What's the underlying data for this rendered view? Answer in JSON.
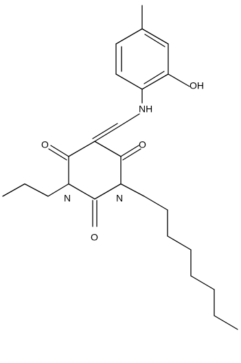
{
  "molecule": {
    "atoms": {
      "oh": "OH",
      "nh": "NH",
      "o_left": "O",
      "o_right": "O",
      "o_bottom": "O",
      "n_left": "N",
      "n_right": "N"
    }
  }
}
